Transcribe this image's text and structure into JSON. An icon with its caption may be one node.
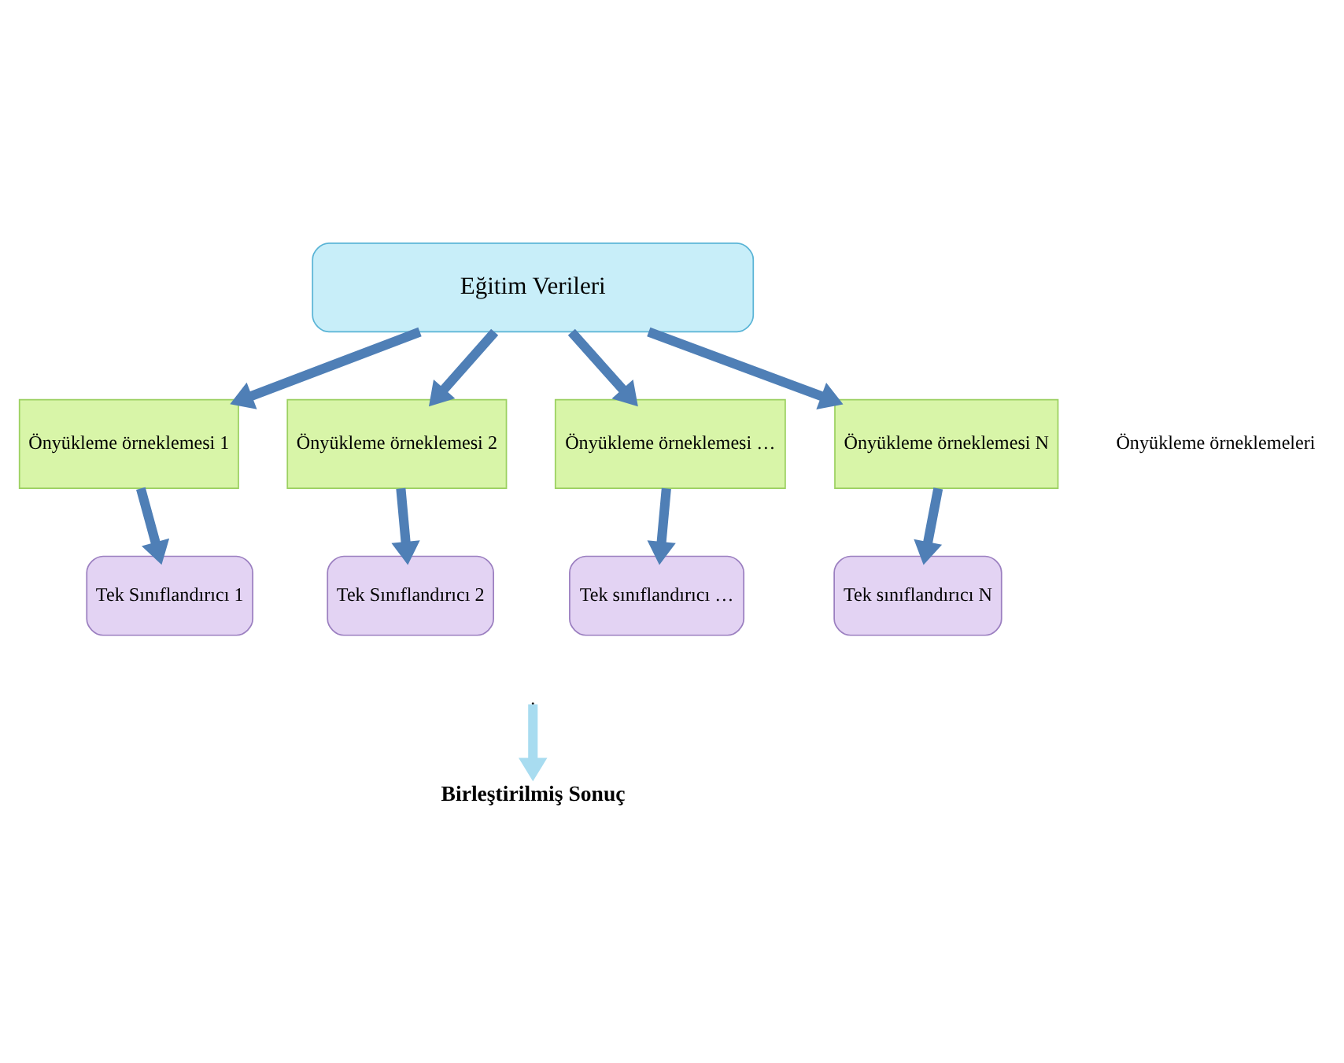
{
  "diagram": {
    "nodes": [
      {
        "text": [
          "Eğitim Verileri"
        ]
      },
      {
        "text": [
          "Önyükleme örneklemesi 1"
        ]
      },
      {
        "text": [
          "Önyükleme örneklemesi 2"
        ]
      },
      {
        "text": [
          "Önyükleme örneklemesi …"
        ]
      },
      {
        "text": [
          "Önyükleme örneklemesi N"
        ]
      },
      {
        "text": [
          "Tek Sınıflandırıcı 1"
        ]
      },
      {
        "text": [
          "Tek Sınıflandırıcı 2"
        ]
      },
      {
        "text": [
          "Tek sınıflandırıcı …"
        ]
      },
      {
        "text": [
          "Tek sınıflandırıcı N"
        ]
      },
      {
        "text": [
          "Birleştirilmiş Sonuç"
        ]
      }
    ],
    "edges": [
      {
        "from": 0,
        "to": 1,
        "arrow": "to"
      },
      {
        "from": 0,
        "to": 2,
        "arrow": "to"
      },
      {
        "from": 0,
        "to": 3,
        "arrow": "to"
      },
      {
        "from": 0,
        "to": 4,
        "arrow": "to"
      },
      {
        "from": 1,
        "to": 5,
        "arrow": "to"
      },
      {
        "from": 2,
        "to": 6,
        "arrow": "to"
      },
      {
        "from": 3,
        "to": 7,
        "arrow": "to"
      },
      {
        "from": 4,
        "to": 8,
        "arrow": "to"
      },
      {
        "from": null,
        "to": 9,
        "arrow": "to",
        "color": "#a8dcf0"
      }
    ],
    "labels": [
      "Önyükleme örneklemeleri"
    ]
  }
}
